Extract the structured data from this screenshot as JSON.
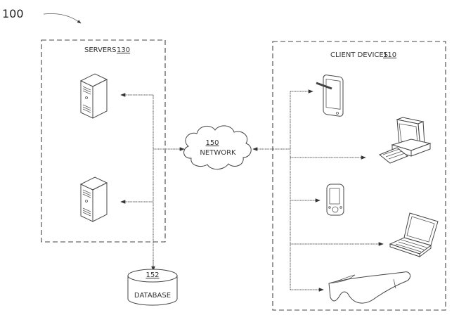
{
  "figure": {
    "reference_numeral": "100"
  },
  "servers_group": {
    "title": "SERVERS",
    "ref": "130",
    "items": [
      {
        "icon": "server-tower-icon"
      },
      {
        "icon": "server-tower-icon"
      }
    ]
  },
  "network": {
    "ref": "150",
    "label": "NETWORK",
    "icon": "cloud-icon"
  },
  "database": {
    "ref": "152",
    "label": "DATABASE",
    "icon": "database-cylinder-icon"
  },
  "client_devices_group": {
    "title": "CLIENT DEVICES",
    "ref": "110",
    "items": [
      {
        "icon": "tablet-stylus-icon"
      },
      {
        "icon": "desktop-computer-icon"
      },
      {
        "icon": "pda-icon"
      },
      {
        "icon": "laptop-icon"
      },
      {
        "icon": "vr-glasses-icon"
      }
    ]
  }
}
